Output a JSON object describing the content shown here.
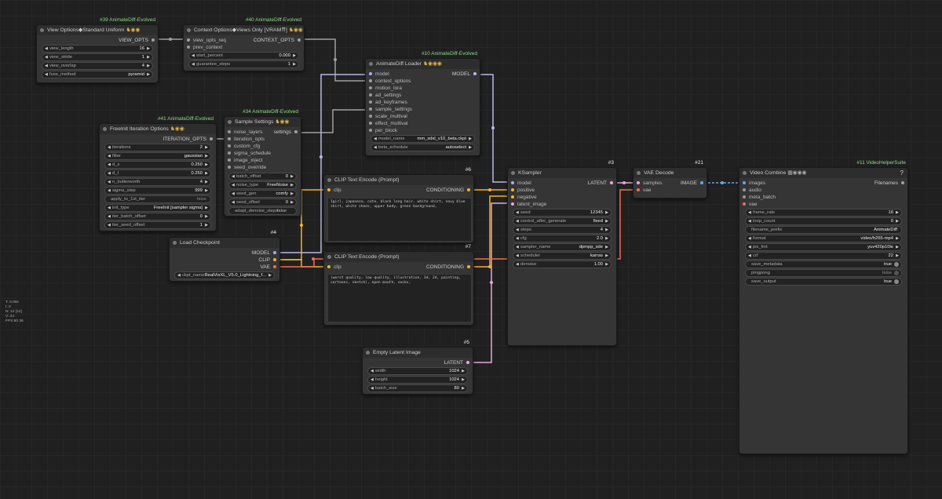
{
  "colors": {
    "clip": "#f5b32a",
    "model": "#b8b8e8",
    "latent": "#e8a8d8",
    "image": "#66a8e8",
    "vae": "#ee7050",
    "generic": "#a0a0a0"
  },
  "nodes": {
    "view_options": {
      "id": "#39 AnimateDiff-Evolved",
      "title": "View Options◆Standard Uniform",
      "output": "VIEW_OPTS",
      "widgets": [
        {
          "label": "view_length",
          "value": "16"
        },
        {
          "label": "view_stride",
          "value": "1"
        },
        {
          "label": "view_overlap",
          "value": "4"
        },
        {
          "label": "fuse_method",
          "value": "pyramid"
        }
      ]
    },
    "context_options": {
      "id": "#40 AnimateDiff-Evolved",
      "title": "Context Options◆Views Only [VRAM⇈]",
      "inputs": [
        "view_opts_req",
        "prev_context"
      ],
      "output": "CONTEXT_OPTS",
      "widgets": [
        {
          "label": "start_percent",
          "value": "0.000"
        },
        {
          "label": "guarantee_steps",
          "value": "1"
        }
      ]
    },
    "animatediff_loader": {
      "id": "#10 AnimateDiff-Evolved",
      "title": "AnimateDiff Loader",
      "inputs": [
        "model",
        "context_options",
        "motion_lora",
        "ad_settings",
        "ad_keyframes",
        "sample_settings",
        "scale_multival",
        "effect_multival",
        "per_block"
      ],
      "output": "MODEL",
      "widgets": [
        {
          "label": "model_name",
          "value": "mm_sdxl_v10_beta.ckpt"
        },
        {
          "label": "beta_schedule",
          "value": "autoselect"
        }
      ]
    },
    "freeinit": {
      "id": "#41 AnimateDiff-Evolved",
      "title": "FreeInit Iteration Options",
      "output": "ITERATION_OPTS",
      "widgets": [
        {
          "label": "iterations",
          "value": "2"
        },
        {
          "label": "filter",
          "value": "gaussian"
        },
        {
          "label": "d_s",
          "value": "0.250"
        },
        {
          "label": "d_t",
          "value": "0.250"
        },
        {
          "label": "n_butterworth",
          "value": "4"
        },
        {
          "label": "sigma_step",
          "value": "999"
        },
        {
          "label": "apply_to_1st_iter",
          "value": "false"
        },
        {
          "label": "init_type",
          "value": "FreeInit [sampler sigma]"
        },
        {
          "label": "iter_batch_offset",
          "value": "0"
        },
        {
          "label": "iter_seed_offset",
          "value": "1"
        }
      ]
    },
    "sample_settings": {
      "id": "#34 AnimateDiff-Evolved",
      "title": "Sample Settings",
      "inputs": [
        "noise_layers",
        "iteration_opts",
        "custom_cfg",
        "sigma_schedule",
        "image_inject",
        "seed_override"
      ],
      "output": "settings",
      "widgets": [
        {
          "label": "batch_offset",
          "value": "0"
        },
        {
          "label": "noise_type",
          "value": "FreeNoise"
        },
        {
          "label": "seed_gen",
          "value": "comfy"
        },
        {
          "label": "seed_offset",
          "value": "0"
        },
        {
          "label": "adapt_denoise_steps",
          "value": "false"
        }
      ]
    },
    "clip_pos": {
      "id": "#6",
      "title": "CLIP Text Encode (Prompt)",
      "input": "clip",
      "output": "CONDITIONING",
      "text": "1girl, japanese, cute, black long hair, white shirt, navy blue shirt, white shoes, upper body, green background,"
    },
    "clip_neg": {
      "id": "#7",
      "title": "CLIP Text Encode (Prompt)",
      "input": "clip",
      "output": "CONDITIONING",
      "text": "(worst quality, low quality, illustration, 3d, 2d, painting, cartoons, sketch), open mouth, socks,"
    },
    "load_checkpoint": {
      "id": "#4",
      "title": "Load Checkpoint",
      "outputs": [
        "MODEL",
        "CLIP",
        "VAE"
      ],
      "widget": {
        "label": "ckpt_name",
        "value": "RealVisXL_V5.0_Lightning_f..."
      }
    },
    "ksampler": {
      "id": "#3",
      "title": "KSampler",
      "inputs": [
        "model",
        "positive",
        "negative",
        "latent_image"
      ],
      "output": "LATENT",
      "widgets": [
        {
          "label": "seed",
          "value": "12345"
        },
        {
          "label": "control_after_generate",
          "value": "fixed"
        },
        {
          "label": "steps",
          "value": "4"
        },
        {
          "label": "cfg",
          "value": "2.0"
        },
        {
          "label": "sampler_name",
          "value": "dpmpp_sde"
        },
        {
          "label": "scheduler",
          "value": "karras"
        },
        {
          "label": "denoise",
          "value": "1.00"
        }
      ]
    },
    "vae_decode": {
      "id": "#21",
      "title": "VAE Decode",
      "inputs": [
        "samples",
        "vae"
      ],
      "output": "IMAGE"
    },
    "video_combine": {
      "id": "#11 VideoHelperSuite",
      "title": "Video Combine",
      "inputs": [
        "images",
        "audio",
        "meta_batch",
        "vae"
      ],
      "output": "Filenames",
      "help": "?",
      "widgets": [
        {
          "label": "frame_rate",
          "value": "16"
        },
        {
          "label": "loop_count",
          "value": "0"
        },
        {
          "label": "filename_prefix",
          "value": "AnimateDiff"
        },
        {
          "label": "format",
          "value": "video/h265-mp4"
        },
        {
          "label": "pix_fmt",
          "value": "yuv420p10le"
        },
        {
          "label": "crf",
          "value": "22"
        },
        {
          "label": "save_metadata",
          "value": "true"
        },
        {
          "label": "pingpong",
          "value": "false"
        },
        {
          "label": "save_output",
          "value": "true"
        }
      ]
    },
    "empty_latent": {
      "id": "#5",
      "title": "Empty Latent Image",
      "output": "LATENT",
      "widgets": [
        {
          "label": "width",
          "value": "1024"
        },
        {
          "label": "height",
          "value": "1024"
        },
        {
          "label": "batch_size",
          "value": "80"
        }
      ]
    }
  },
  "stats": [
    "T: 0.00s",
    "I: 0",
    "N: 12 [12]",
    "V: 24",
    "FPS:60.36"
  ]
}
